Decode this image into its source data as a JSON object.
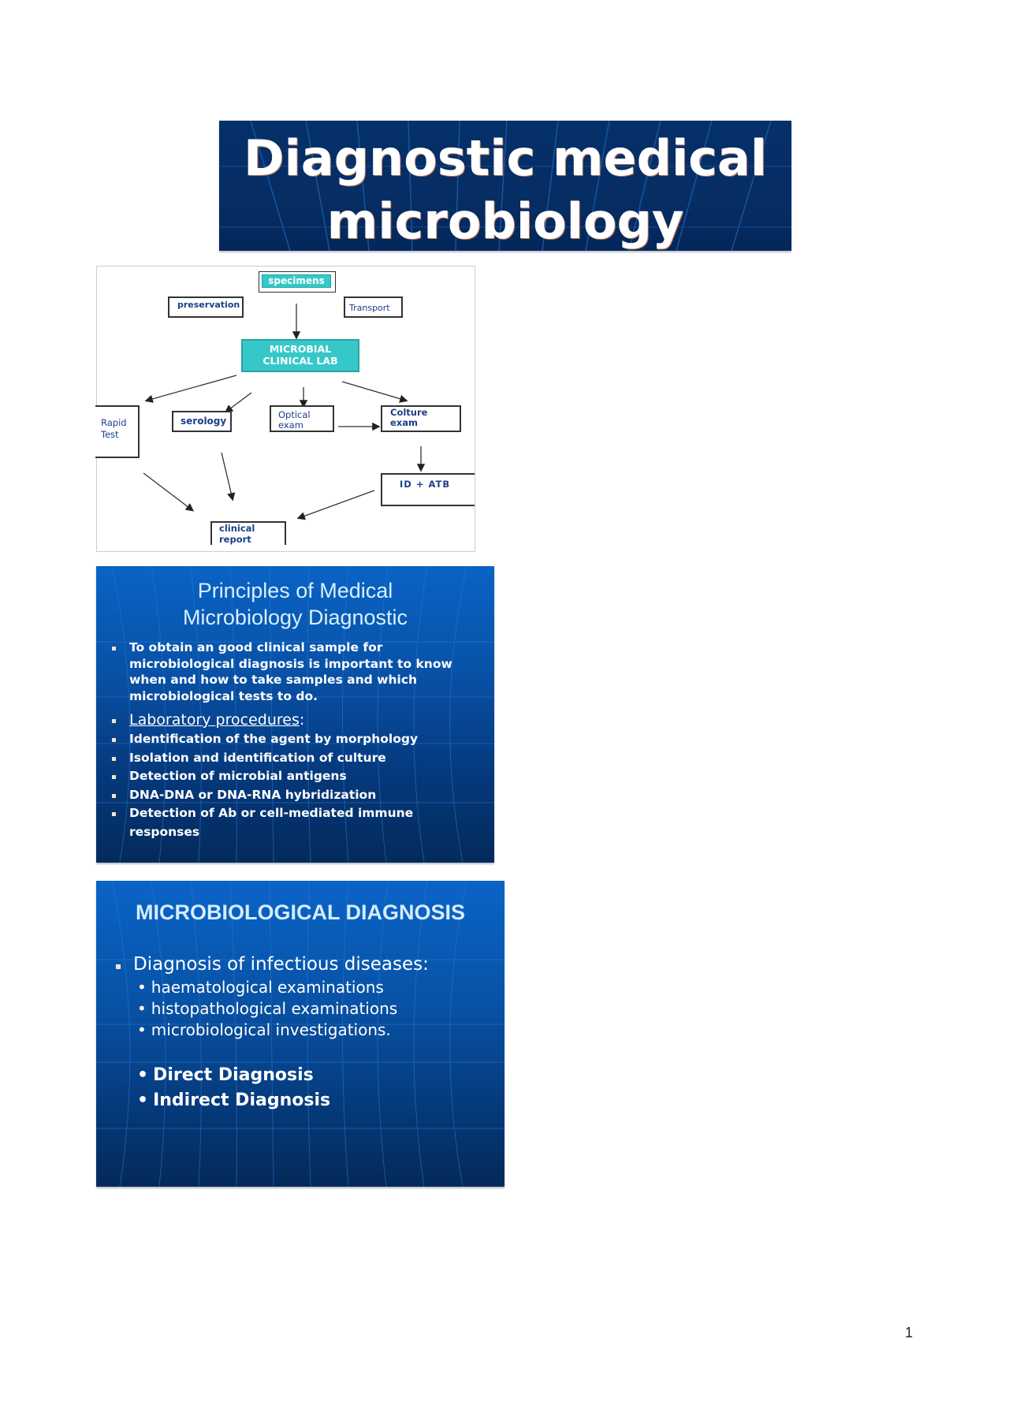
{
  "title_banner": {
    "line1": "Diagnostic medical",
    "line2": "microbiology"
  },
  "diagram": {
    "nodes": {
      "specimens": "specimens",
      "preservation": "preservation",
      "transport": "Transport",
      "lab_line1": "MICROBIAL",
      "lab_line2": "CLINICAL LAB",
      "rapid_line1": "Rapid",
      "rapid_line2": "Test",
      "serology": "serology",
      "optical_line1": "Optical",
      "optical_line2": "exam",
      "culture_line1": "Colture",
      "culture_line2": "exam",
      "id_atb": "ID + ATB",
      "report_line1": "clinical",
      "report_line2": "report"
    },
    "colors": {
      "teal": "#36c8c8",
      "text": "#1c3f8a"
    }
  },
  "slide_principles": {
    "title_line1": "Principles of Medical",
    "title_line2": "Microbiology Diagnostic",
    "intro": "To obtain an good clinical sample for microbiological diagnosis is important to know when and how to take samples and  which microbiological tests to do.",
    "lab_heading": "Laboratory procedures",
    "lab_colon": ":",
    "procedures": [
      "Identification of the agent by morphology",
      "Isolation and identification of culture",
      "Detection of microbial antigens",
      "DNA-DNA or DNA-RNA hybridization",
      "Detection of Ab or cell-mediated immune responses"
    ]
  },
  "slide_diagnosis": {
    "title": "MICROBIOLOGICAL DIAGNOSIS",
    "main_bullet": "Diagnosis of infectious diseases:",
    "sub_bullets": [
      "haematological examinations",
      "histopathological examinations",
      "microbiological investigations."
    ],
    "bold_bullets": [
      "Direct Diagnosis",
      "Indirect Diagnosis"
    ]
  },
  "page_number": "1"
}
